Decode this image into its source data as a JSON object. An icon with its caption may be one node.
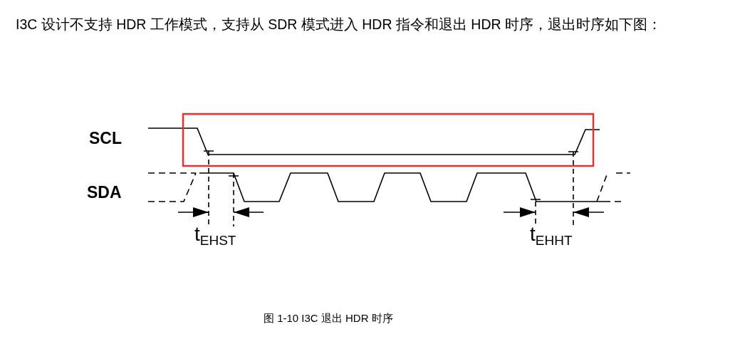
{
  "diagram": {
    "caption": "图 1-10 I3C 退出 HDR 时序",
    "labels": [
      "I3C 设计不支持 HDR 工作模式，支持从 SDR 模式进入 HDR 指令和退出 HDR 时序，退出时序如下图：",
      "SCL",
      "SDA",
      "t$_{EHST}$",
      "t$_{EHHT}$"
    ]
  }
}
